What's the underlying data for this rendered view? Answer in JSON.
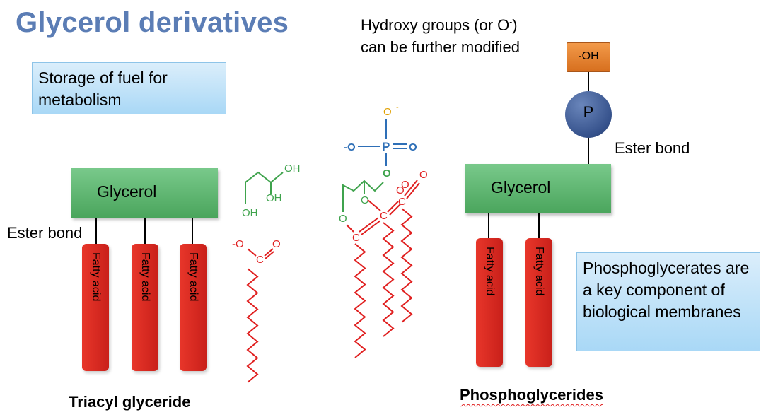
{
  "slide": {
    "title": "Glycerol derivatives",
    "note_line1": "Hydroxy groups (or O",
    "note_sup": "-",
    "note_close": ")",
    "note_line2": "can be further modified",
    "fuel_box": "Storage of fuel for metabolism",
    "membrane_box": "Phosphoglycerates are a key component of biological membranes"
  },
  "triacyl": {
    "glycerol_label": "Glycerol",
    "ester_label": "Ester bond",
    "fatty_acids": [
      "Fatty acid",
      "Fatty acid",
      "Fatty acid"
    ],
    "caption": "Triacyl glyceride"
  },
  "phospho": {
    "glycerol_label": "Glycerol",
    "ester_label": "Ester bond",
    "oh_label": "-OH",
    "p_label": "P",
    "fatty_acids": [
      "Fatty acid",
      "Fatty acid"
    ],
    "caption": "Phosphoglycerides"
  },
  "structures": {
    "glycerol_oh": [
      "OH",
      "OH",
      "OH"
    ],
    "fatty_acid_o": [
      "-O",
      "C",
      "O"
    ],
    "phosphate_o": [
      "O",
      "-",
      "-O",
      "P",
      "O",
      "O"
    ],
    "ester_o": [
      "O",
      "O",
      "O",
      "C",
      "C",
      "C",
      "O",
      "O"
    ]
  },
  "colors": {
    "title": "#5b7db5",
    "glycerol_structure": "#3fa34d",
    "fatty_acid_structure": "#e02020",
    "phosphate_structure": "#2e6fb7",
    "anion_o": "#e0a000"
  }
}
